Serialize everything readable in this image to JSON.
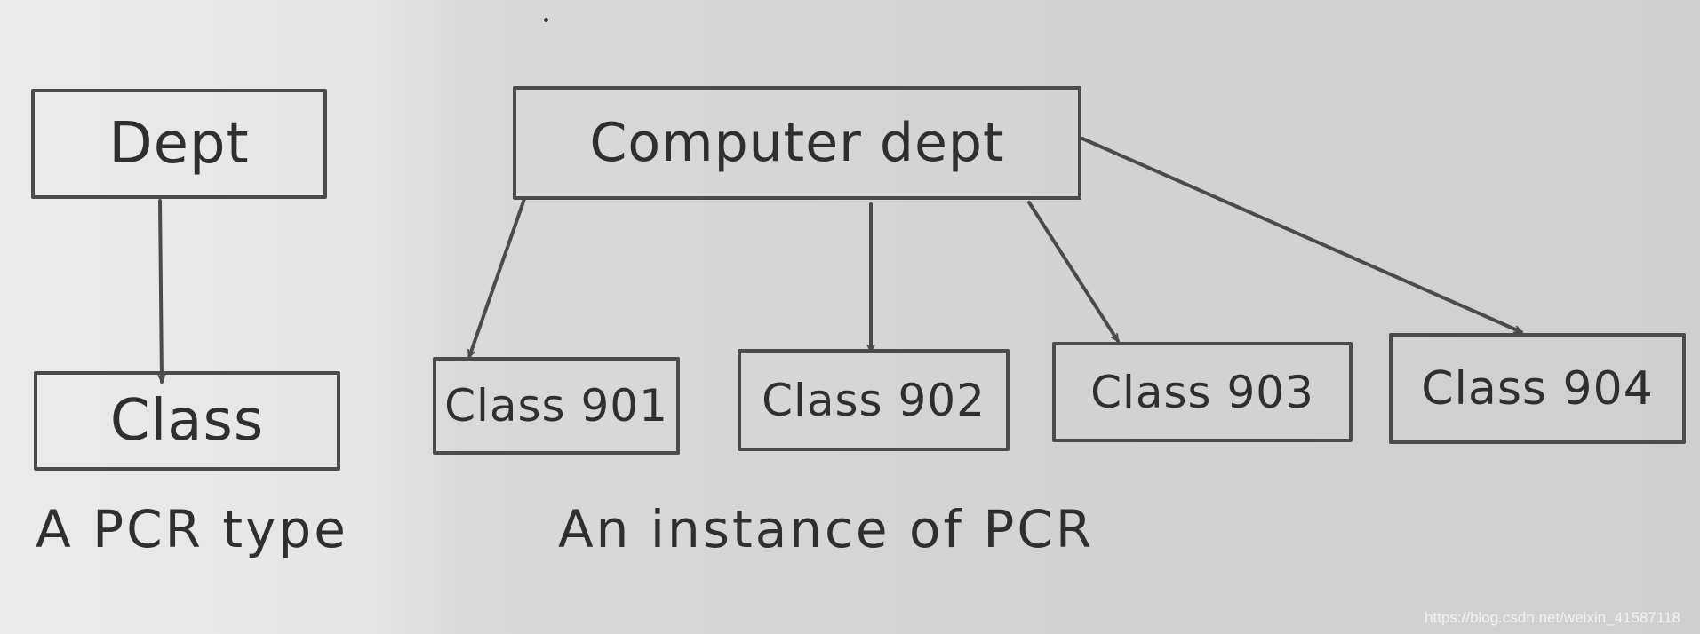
{
  "type_side": {
    "parent_label": "Dept",
    "child_label": "Class",
    "caption": "A PCR type"
  },
  "instance_side": {
    "parent_label": "Computer dept",
    "children": [
      "Class 901",
      "Class 902",
      "Class 903",
      "Class 904"
    ],
    "caption": "An instance of PCR"
  },
  "watermark": "https://blog.csdn.net/weixin_41587118",
  "colors": {
    "ink": "#4b4b4b",
    "text": "#2f2f2f",
    "paper": "#dcdcdc"
  }
}
